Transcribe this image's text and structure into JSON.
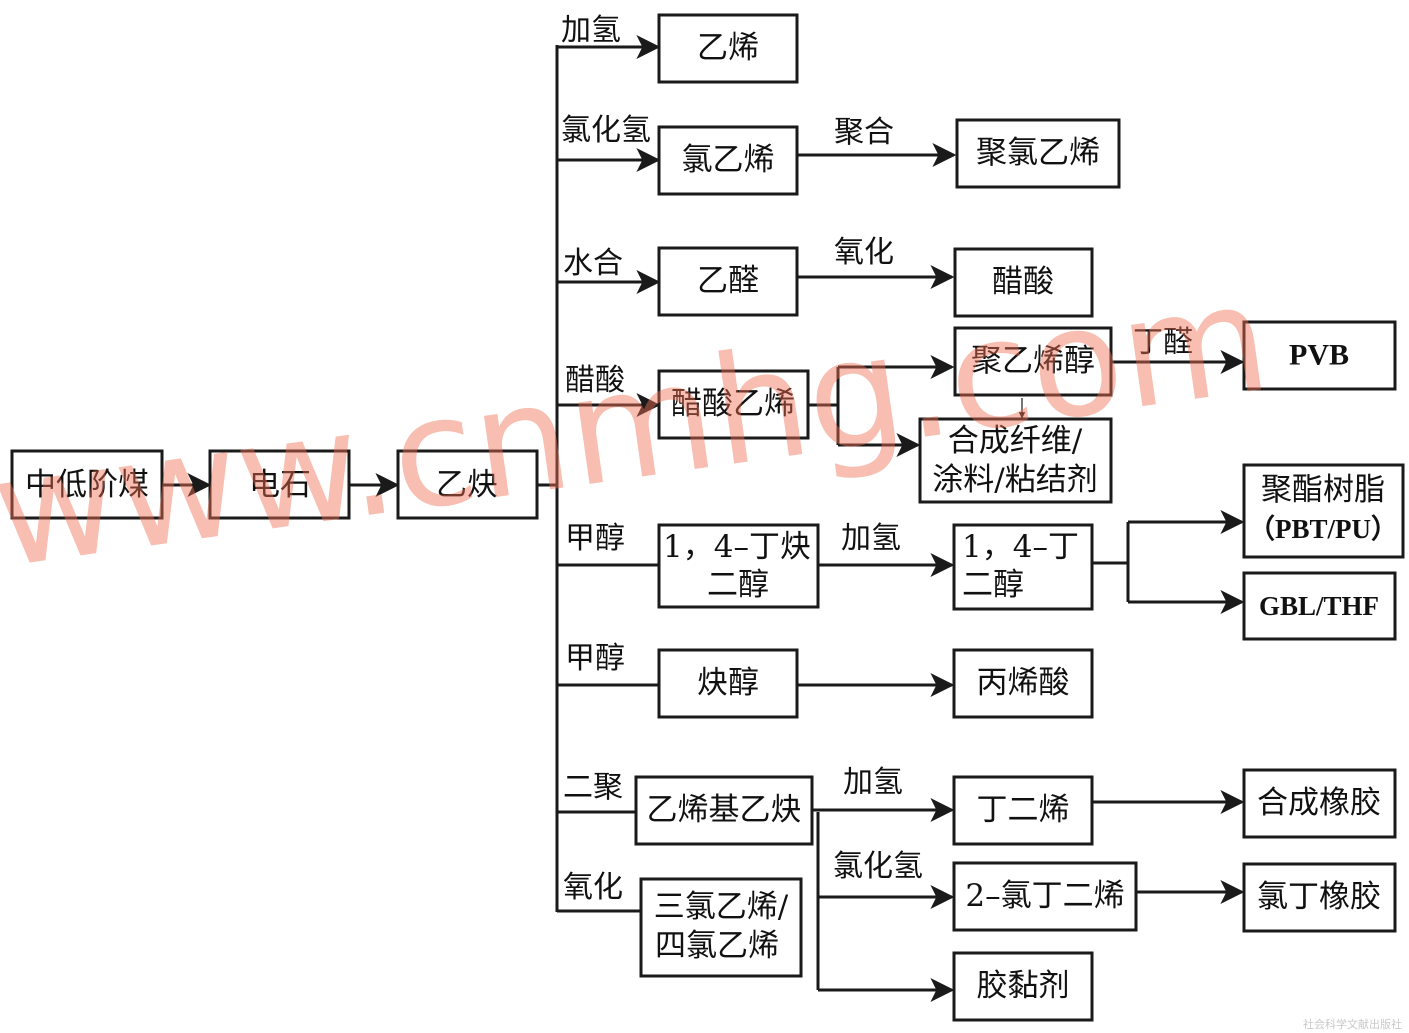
{
  "nodes": {
    "coal": "中低阶煤",
    "carbide": "电石",
    "acetylene": "乙炔",
    "ethylene": "乙烯",
    "vinyl_chloride": "氯乙烯",
    "pvc": "聚氯乙烯",
    "acetaldehyde": "乙醛",
    "acetic_acid": "醋酸",
    "vinyl_acetate": "醋酸乙烯",
    "pva": "聚乙烯醇",
    "pvb": "PVB",
    "fiber_line1": "合成纤维/",
    "fiber_line2": "涂料/粘结剂",
    "butynediol_line1": "1，4–丁炔",
    "butynediol_line2": "二醇",
    "butanediol_line1": "1，4–丁",
    "butanediol_line2": "二醇",
    "polyester_line1": "聚酯树脂",
    "polyester_line2": "（PBT/PU）",
    "gbl_thf": "GBL/THF",
    "propargyl_alcohol": "炔醇",
    "acrylic_acid": "丙烯酸",
    "vinylacetylene": "乙烯基乙炔",
    "butadiene": "丁二烯",
    "synthetic_rubber": "合成橡胶",
    "chloroethylenes_line1": "三氯乙烯/",
    "chloroethylenes_line2": "四氯乙烯",
    "chloroprene": "2–氯丁二烯",
    "chloroprene_rubber": "氯丁橡胶",
    "adhesive": "胶黏剂"
  },
  "edge_labels": {
    "hydrogenation_1": "加氢",
    "hydrogen_chloride_1": "氯化氢",
    "polymerization": "聚合",
    "hydration": "水合",
    "oxidation_1": "氧化",
    "acetic_acid_reagent": "醋酸",
    "butyraldehyde": "丁醛",
    "methanol_1": "甲醇",
    "hydrogenation_2": "加氢",
    "methanol_2": "甲醇",
    "dimerization": "二聚",
    "hydrogenation_3": "加氢",
    "hydrogen_chloride_2": "氯化氢",
    "oxidation_2": "氧化"
  },
  "watermark": "www.cnmhg.com",
  "credit": "社会科学文献出版社"
}
